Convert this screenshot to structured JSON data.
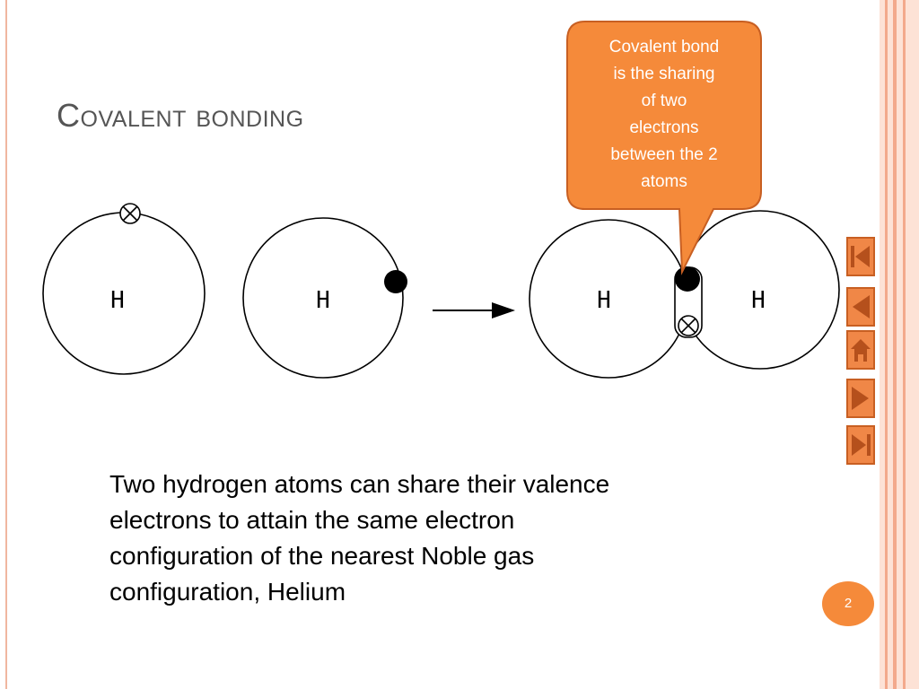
{
  "slide": {
    "title": "Covalent bonding",
    "callout": [
      "Covalent bond",
      "is the sharing",
      "of two",
      "electrons",
      "between the 2",
      "atoms"
    ],
    "body": [
      "Two hydrogen atoms can share their valence",
      "electrons to attain the same electron",
      "configuration of the nearest Noble gas",
      "configuration, Helium"
    ],
    "page_number": "2"
  },
  "diagram": {
    "atom_label": "H"
  },
  "colors": {
    "accent": "#f58a3a",
    "accent_dark": "#c85f22",
    "border": "#fde2d6",
    "title": "#555555"
  },
  "nav": {
    "icons": [
      "first-slide-icon",
      "previous-slide-icon",
      "home-icon",
      "next-slide-icon",
      "last-slide-icon"
    ]
  }
}
